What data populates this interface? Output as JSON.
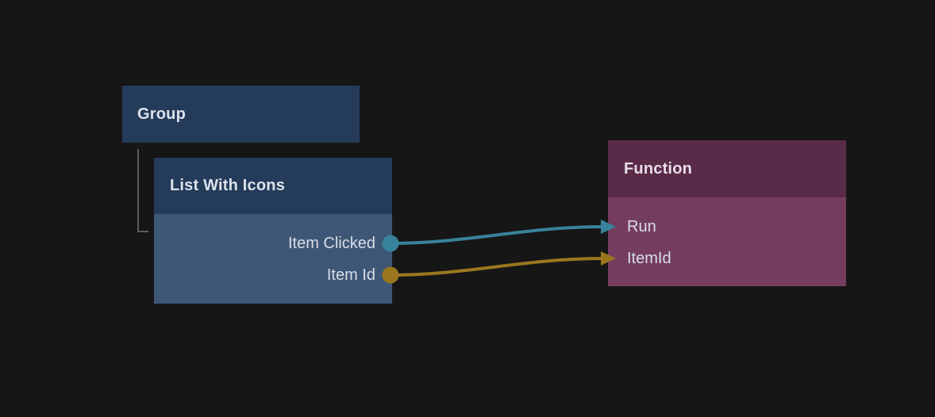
{
  "canvas": {
    "background": "#161616"
  },
  "colors": {
    "node_blue_header": "#243b5a",
    "node_blue_body": "#3f5776",
    "node_purple_header": "#5a2a49",
    "node_purple_body": "#743d60",
    "tree_line": "#5d5d5d",
    "teal": "#38839b",
    "gold": "#9a771e",
    "title_text": "#dde2ea",
    "port_text": "#d9dee7"
  },
  "nodes": [
    {
      "id": "group",
      "title": "Group"
    },
    {
      "id": "list-with-icons",
      "title": "List With Icons",
      "outputs": [
        {
          "label": "Item Clicked",
          "port_color": "#38839b"
        },
        {
          "label": "Item Id",
          "port_color": "#9a771e"
        }
      ]
    },
    {
      "id": "function",
      "title": "Function",
      "inputs": [
        {
          "label": "Run",
          "arrow_color": "#38839b"
        },
        {
          "label": "ItemId",
          "arrow_color": "#9a771e"
        }
      ]
    }
  ],
  "wires": [
    {
      "from": "List With Icons / Item Clicked",
      "to": "Function / Run",
      "color": "#38839b"
    },
    {
      "from": "List With Icons / Item Id",
      "to": "Function / ItemId",
      "color": "#9a771e"
    }
  ]
}
